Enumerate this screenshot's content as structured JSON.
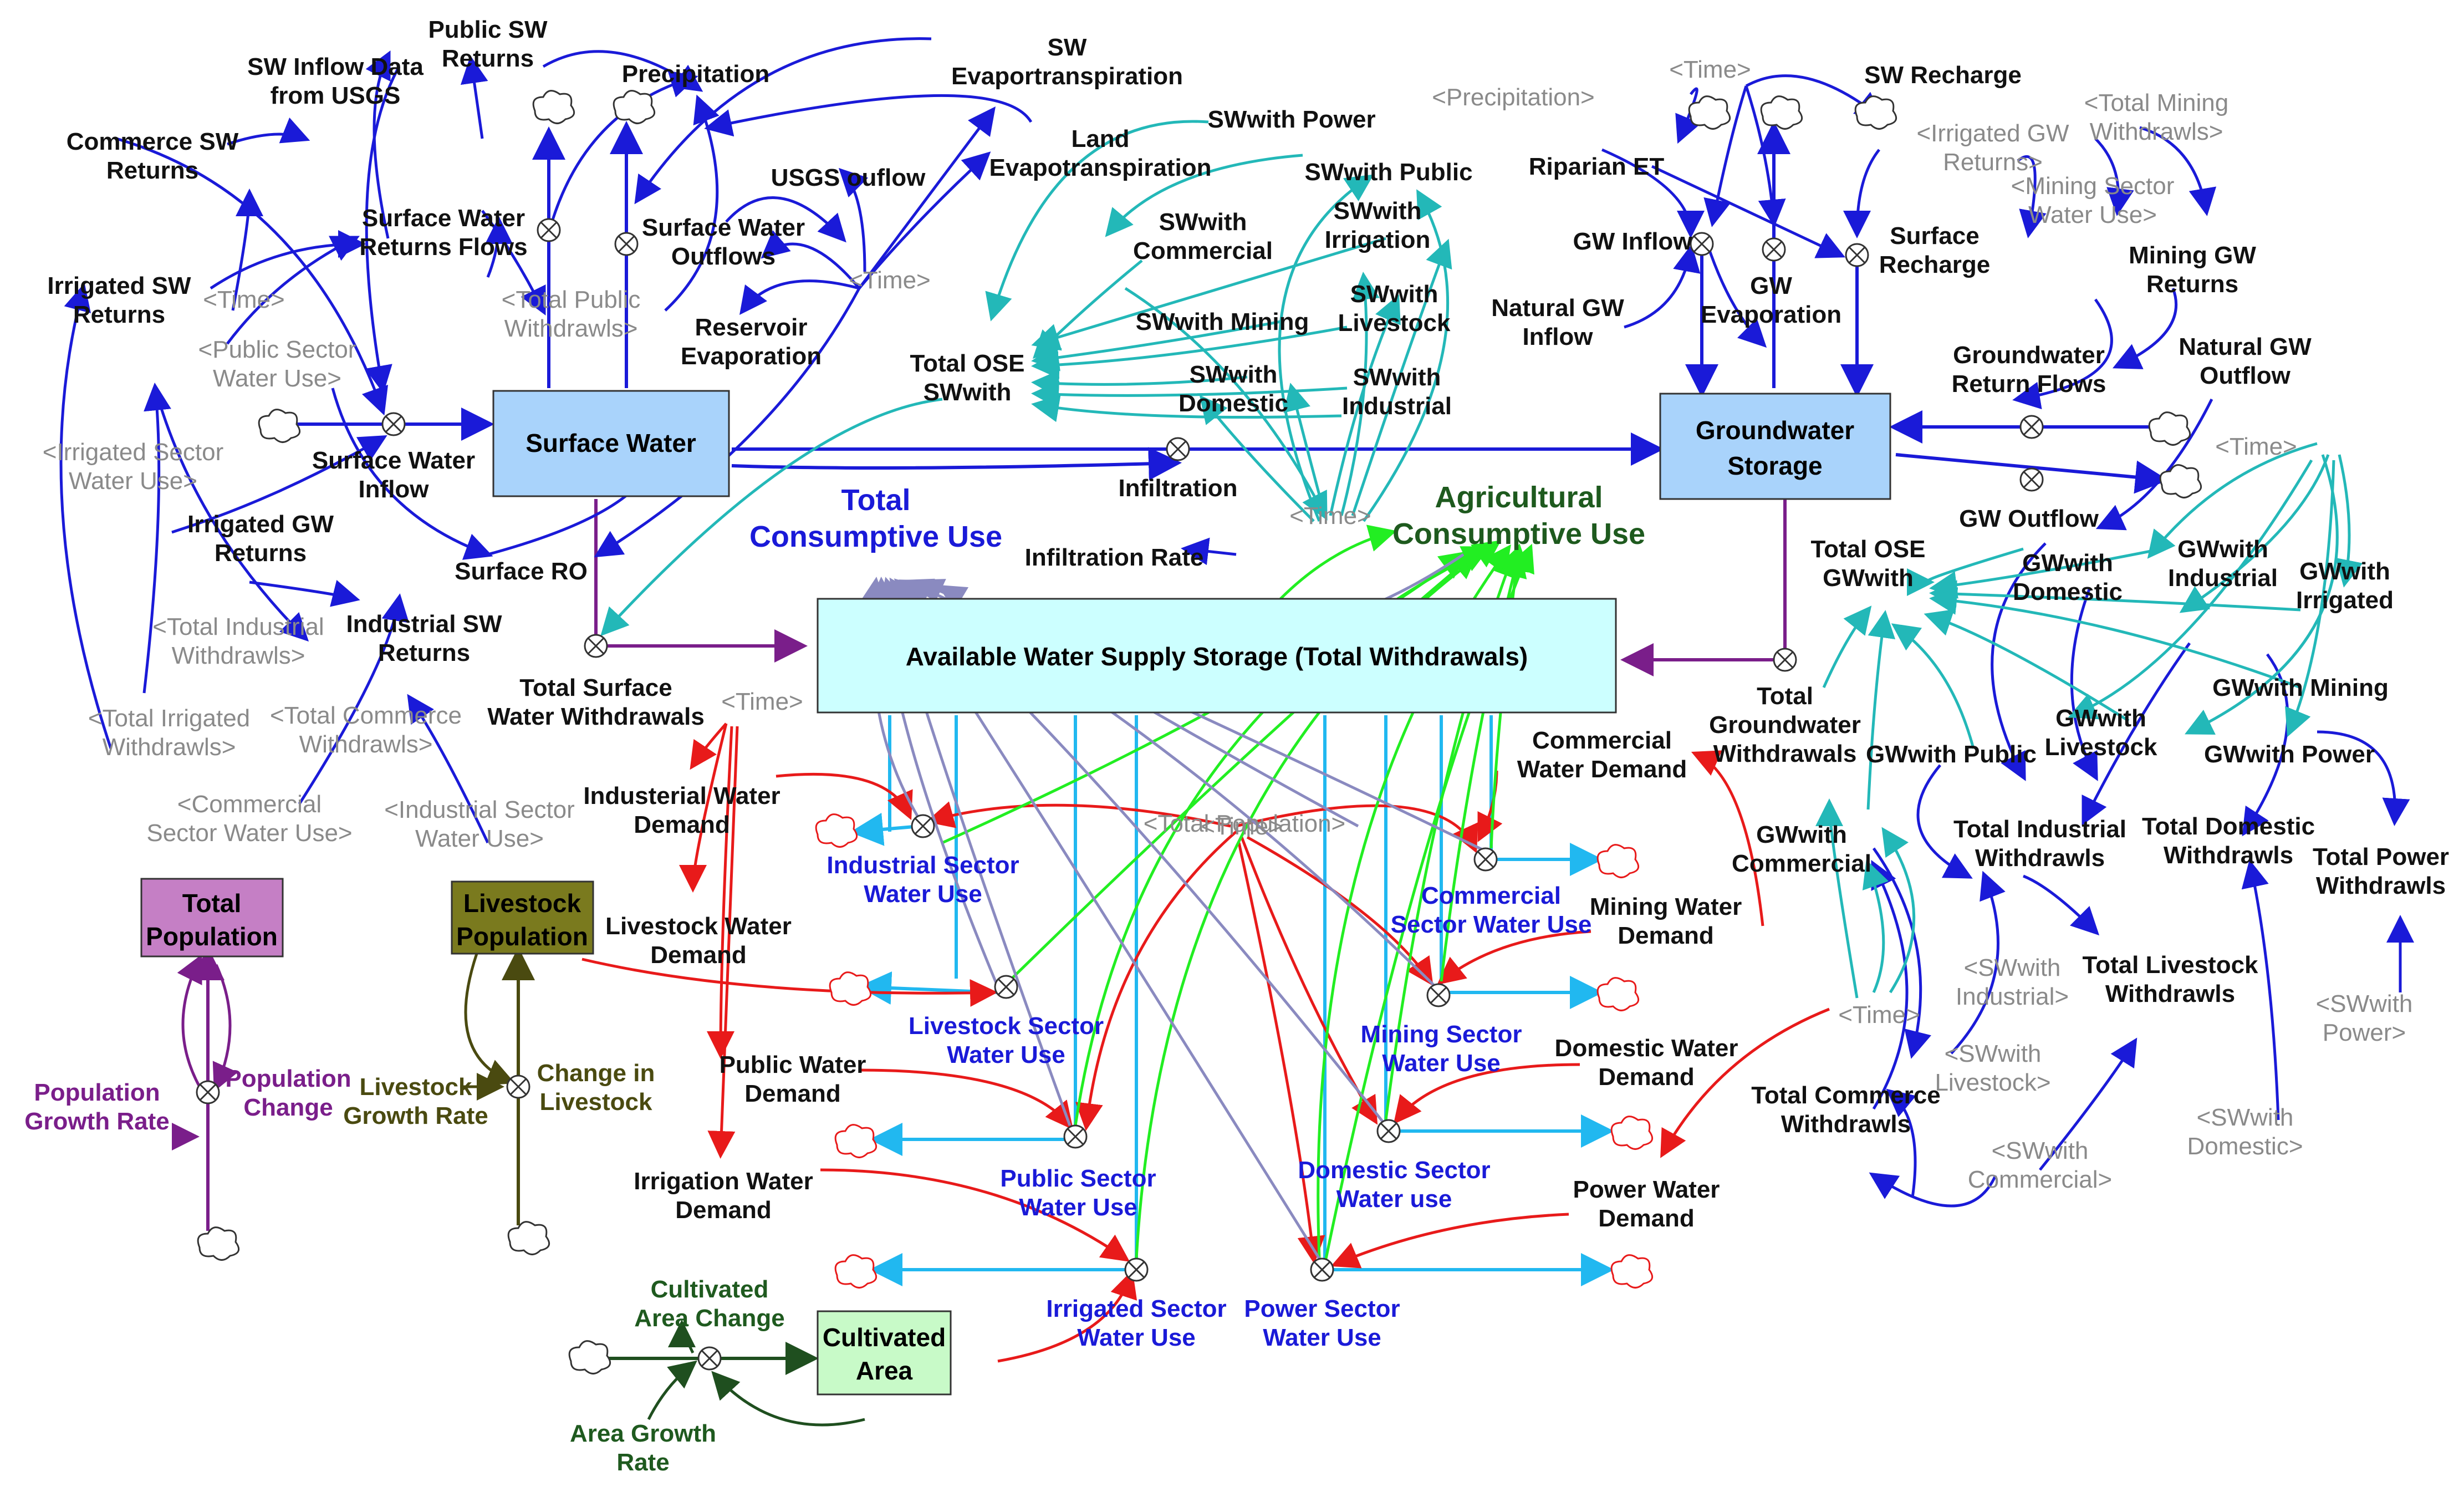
{
  "stocks": {
    "surface_water": "Surface Water",
    "groundwater_storage": "Groundwater Storage",
    "available_supply": "Available Water Supply Storage (Total Withdrawals)",
    "total_population": "Total Population",
    "livestock_population": "Livestock Population",
    "cultivated_area": "Cultivated Area"
  },
  "labels": {
    "public_sw_returns": "Public SW Returns",
    "sw_inflow_data": "SW Inflow Data from USGS",
    "precipitation": "Precipitation",
    "sw_evapotranspiration": "SW Evaportranspiration",
    "land_evapotranspiration": "Land Evapotranspiration",
    "usgs_ouflow": "USGS ouflow",
    "commerce_sw_returns": "Commerce SW Returns",
    "surface_water_returns_flows": "Surface Water Returns Flows",
    "surface_water_outflows": "Surface Water Outflows",
    "reservoir_evaporation": "Reservoir Evaporation",
    "irrigated_sw_returns": "Irrigated SW Returns",
    "surface_water_inflow": "Surface Water Inflow",
    "irrigated_gw_returns": "Irrigated GW Returns",
    "surface_ro": "Surface RO",
    "industrial_sw_returns": "Industrial SW Returns",
    "total_surface_withdrawals": "Total Surface Water Withdrawals",
    "total_ose_swwith": "Total OSE SWwith",
    "swwith_power": "SWwith Power",
    "swwith_public": "SWwith Public",
    "swwith_commercial": "SWwith Commercial",
    "swwith_irrigation": "SWwith Irrigation",
    "swwith_mining": "SWwith Mining",
    "swwith_livestock": "SWwith Livestock",
    "swwith_domestic": "SWwith Domestic",
    "swwith_industrial": "SWwith Industrial",
    "infiltration": "Infiltration",
    "infiltration_rate": "Infiltration Rate",
    "total_consumptive_use": "Total Consumptive Use",
    "agricultural_consumptive_use": "Agricultural Consumptive Use",
    "riparian_et": "Riparian ET",
    "sw_recharge": "SW Recharge",
    "gw_inflow": "GW Inflow",
    "gw_evaporation": "GW Evaporation",
    "surface_recharge": "Surface Recharge",
    "natural_gw_inflow": "Natural GW Inflow",
    "mining_gw_returns": "Mining GW Returns",
    "groundwater_return_flows": "Groundwater Return Flows",
    "natural_gw_outflow": "Natural GW Outflow",
    "gw_outflow": "GW Outflow",
    "total_ose_gwwith": "Total OSE GWwith",
    "gwwith_domestic": "GWwith Domestic",
    "gwwith_industrial": "GWwith Industrial",
    "gwwith_irrigated": "GWwith Irrigated",
    "gwwith_mining": "GWwith Mining",
    "gwwith_livestock": "GWwith Livestock",
    "gwwith_public": "GWwith Public",
    "gwwith_power": "GWwith Power",
    "gwwith_commercial": "GWwith Commercial",
    "total_groundwater_withdrawals": "Total Groundwater Withdrawals",
    "commercial_water_demand": "Commercial Water Demand",
    "industerial_water_demand": "Industerial Water Demand",
    "industrial_sector_water_use": "Industrial Sector Water Use",
    "commercial_sector_water_use": "Commercial Sector Water Use",
    "mining_water_demand": "Mining Water Demand",
    "livestock_water_demand": "Livestock Water Demand",
    "livestock_sector_water_use": "Livestock Sector Water Use",
    "mining_sector_water_use": "Mining Sector Water Use",
    "domestic_water_demand": "Domestic Water Demand",
    "public_water_demand": "Public Water Demand",
    "public_sector_water_use": "Public Sector Water Use",
    "domestic_sector_water_use": "Domestic Sector Water use",
    "irrigation_water_demand": "Irrigation Water Demand",
    "power_water_demand": "Power Water Demand",
    "irrigated_sector_water_use": "Irrigated Sector Water Use",
    "power_sector_water_use": "Power Sector Water Use",
    "total_industrial_withdrawls": "Total Industrial Withdrawls",
    "total_domestic_withdrawls": "Total Domestic Withdrawls",
    "total_power_withdrawls": "Total Power Withdrawls",
    "total_livestock_withdrawls": "Total Livestock Withdrawls",
    "total_commerce_withdrawls": "Total Commerce Withdrawls",
    "population_growth_rate": "Population Growth Rate",
    "population_change": "Population Change",
    "livestock_growth_rate": "Livestock Growth Rate",
    "change_in_livestock": "Change in Livestock",
    "cultivated_area_change": "Cultivated Area Change",
    "area_growth_rate": "Area Growth Rate"
  },
  "shadow_labels": {
    "time_1": "<Time>",
    "time_2": "<Time>",
    "time_3": "<Time>",
    "time_4": "<Time>",
    "time_5": "<Time>",
    "time_6": "<Time>",
    "time_7": "<Time>",
    "time_8": "<Time>",
    "total_public_withdrawls": "<Total Public Withdrawls>",
    "public_sector_water_use": "<Public Sector Water Use>",
    "irrigated_sector_water_use": "<Irrigated Sector Water Use>",
    "total_industrial_withdrawls": "<Total Industrial Withdrawls>",
    "total_irrigated_withdrawls": "<Total Irrigated Withdrawls>",
    "total_commerce_withdrawls": "<Total Commerce Withdrawls>",
    "commercial_sector_water_use": "<Commercial Sector Water Use>",
    "industrial_sector_water_use": "<Industrial Sector Water Use>",
    "precipitation": "<Precipitation>",
    "irrigated_gw_returns": "<Irrigated GW Returns>",
    "total_mining_withdrawls": "<Total Mining Withdrawls>",
    "mining_sector_water_use": "<Mining Sector Water Use>",
    "total_population": "<Total Population>",
    "swwith_industrial": "<SWwith Industrial>",
    "swwith_livestock": "<SWwith Livestock>",
    "swwith_commercial": "<SWwith Commercial>",
    "swwith_domestic": "<SWwith Domestic>",
    "swwith_power": "<SWwith Power>"
  },
  "colors": {
    "stock_blue": "#a9d3fb",
    "stock_cyan": "#ccffff",
    "stock_purple": "#c57fc5",
    "stock_olive": "#7a7a1e",
    "stock_green": "#c8fac8",
    "arrow_blue": "#1a1ad8",
    "arrow_cyan": "#23b8b8",
    "arrow_red": "#e81a1a",
    "arrow_green": "#22ee22",
    "arrow_lavender": "#8a8ac0",
    "arrow_purple": "#7a1e8a",
    "pipe_lightblue": "#21b8f0"
  }
}
